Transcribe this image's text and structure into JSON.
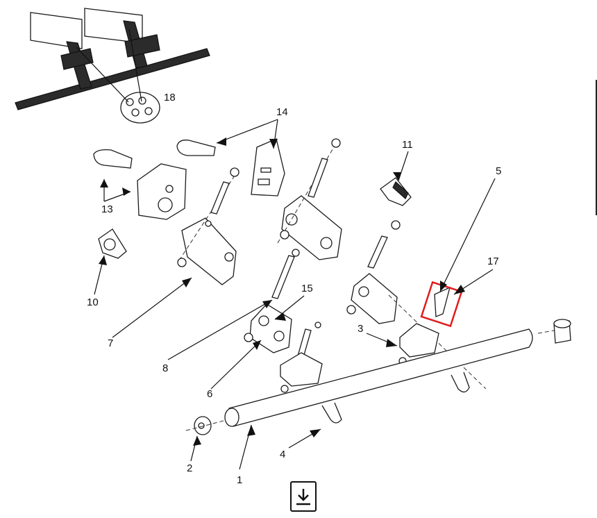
{
  "diagram": {
    "callouts": [
      {
        "id": "c1",
        "label": "1"
      },
      {
        "id": "c2",
        "label": "2"
      },
      {
        "id": "c3",
        "label": "3"
      },
      {
        "id": "c4",
        "label": "4"
      },
      {
        "id": "c5",
        "label": "5"
      },
      {
        "id": "c6",
        "label": "6"
      },
      {
        "id": "c7",
        "label": "7"
      },
      {
        "id": "c8",
        "label": "8"
      },
      {
        "id": "c10",
        "label": "10"
      },
      {
        "id": "c11",
        "label": "11"
      },
      {
        "id": "c13",
        "label": "13"
      },
      {
        "id": "c14",
        "label": "14"
      },
      {
        "id": "c15",
        "label": "15"
      },
      {
        "id": "c17",
        "label": "17"
      },
      {
        "id": "c18",
        "label": "18"
      }
    ],
    "highlighted_part": "17",
    "highlight_color": "#e11b1b"
  },
  "toolbar": {
    "download_icon": "download-icon"
  }
}
